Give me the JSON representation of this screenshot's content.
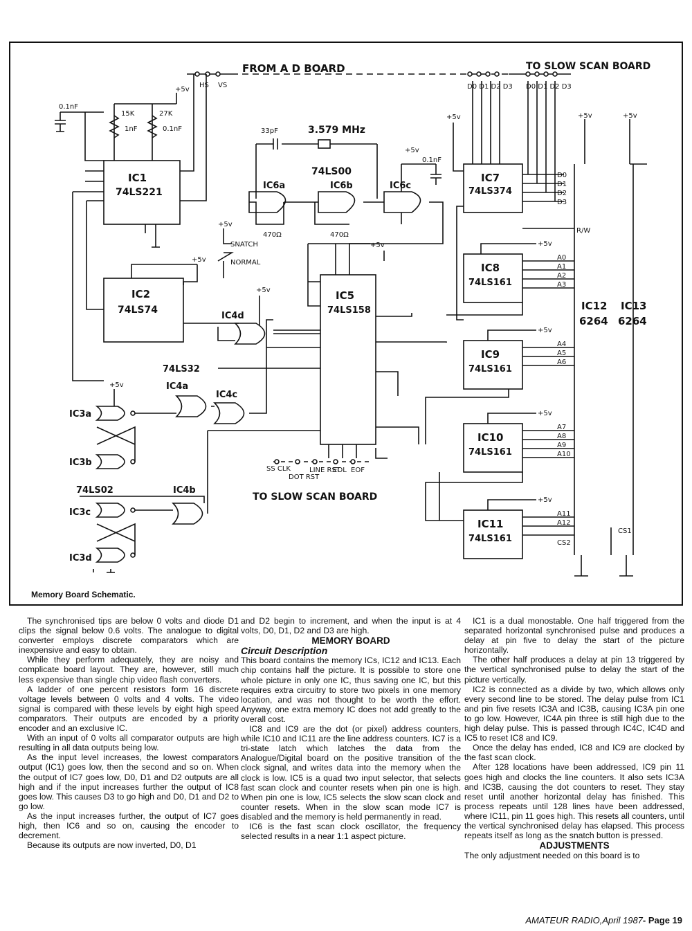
{
  "figure": {
    "caption": "Memory Board Schematic.",
    "header_from": "FROM A D BOARD",
    "header_to": "TO SLOW SCAN BOARD",
    "bottom_to": "TO SLOW SCAN BOARD",
    "chips": [
      {
        "ref": "IC1",
        "part": "74LS221"
      },
      {
        "ref": "IC2",
        "part": "74LS74"
      },
      {
        "ref": "IC5",
        "part": "74LS158"
      },
      {
        "ref": "IC7",
        "part": "74LS374"
      },
      {
        "ref": "IC8",
        "part": "74LS161"
      },
      {
        "ref": "IC9",
        "part": "74LS161"
      },
      {
        "ref": "IC10",
        "part": "74LS161"
      },
      {
        "ref": "IC11",
        "part": "74LS161"
      },
      {
        "ref": "IC12",
        "part": "6264"
      },
      {
        "ref": "IC13",
        "part": "6264"
      }
    ],
    "labels": {
      "ic6_part": "74LS00",
      "ic6a": "IC6a",
      "ic6b": "IC6b",
      "ic6c": "IC6c",
      "ic4d": "IC4d",
      "ic4a": "IC4a",
      "ic4c": "IC4c",
      "ic4b": "IC4b",
      "ic4_part": "74LS32",
      "ic3_part": "74LS02",
      "ic3a": "IC3a",
      "ic3b": "IC3b",
      "ic3c": "IC3c",
      "ic3d": "IC3d",
      "crystal": "3.579 MHz",
      "cap33": "33pF",
      "r470a": "470Ω",
      "r470b": "470Ω",
      "r15k": "15K",
      "r27k": "27K",
      "c1nf": "1nF",
      "c01nf": "0.1nF",
      "c01nf_b": "0.1nF",
      "c01nf_c": "0.1nF",
      "plus5v": "+5v",
      "snatch": "SNATCH",
      "normal": "NORMAL",
      "hs": "HS",
      "vs": "VS",
      "d_in": "D0 D1 D2 D3",
      "d_out": "D0 D1 D2 D3",
      "ss_clk": "SS CLK",
      "dot_rst": "DOT RST",
      "line_rst": "LINE RST",
      "eol": "EOL",
      "eof": "EOF",
      "cs1": "CS1",
      "cs2": "CS2",
      "rw": "R/W",
      "ram_pins": [
        "D0",
        "D1",
        "D2",
        "D3"
      ],
      "addr": [
        "A0",
        "A1",
        "A2",
        "A3",
        "A4",
        "A5",
        "A6",
        "A7",
        "A8",
        "A9",
        "A10",
        "A11",
        "A12"
      ]
    }
  },
  "article": {
    "col1": [
      "The synchronised tips are below 0 volts and diode D1 clips the signal below 0.6 volts. The analogue to digital converter employs discrete comparators which are inexpensive and easy to obtain.",
      "While they perform adequately, they are noisy and complicate board layout. They are, however, still much less expensive than single chip video flash converters.",
      "A ladder of one percent resistors form 16 discrete voltage levels between 0 volts and 4 volts. The video signal is compared with these levels by eight high speed comparators. Their outputs are encoded by a priority encoder and an exclusive IC.",
      "With an input of 0 volts all comparator outputs are high resulting in all data outputs being low.",
      "As the input level increases, the lowest comparators output (IC1) goes low, then the second and so on. When the output of IC7 goes low, D0, D1 and D2 outputs are all high and if the input increases further the output of IC8 goes low. This causes D3 to go high and D0, D1 and D2 to go low.",
      "As the input increases further, the output of IC7 goes high, then IC6 and so on, causing the encoder to decrement.",
      "Because its outputs are now inverted, D0, D1"
    ],
    "col2_lead": "and D2 begin to increment, and when the input is at 4 volts, D0, D1, D2 and D3 are high.",
    "col2_heading": "MEMORY BOARD",
    "col2_subheading": "Circuit Description",
    "col2": [
      "This board contains the memory ICs, IC12 and IC13. Each chip contains half the picture. It is possible to store one whole picture in only one IC, thus saving one IC, but this requires extra circuitry to store two pixels in one memory location, and was not thought to be worth the effort. Anyway, one extra memory IC does not add greatly to the overall cost.",
      "IC8 and IC9 are the dot (or pixel) address counters, while IC10 and IC11 are the line address counters. IC7 is a tri-state latch which latches the data from the Analogue/Digital board on the positive transition of the clock signal, and writes data into the memory when the clock is low. IC5 is a quad two input selector, that selects fast scan clock and counter resets when pin one is high. When pin one is low, IC5 selects the slow scan clock and counter resets. When in the slow scan mode IC7 is disabled and the memory is held permanently in read.",
      "IC6 is the fast scan clock oscillator, the frequency selected results in a near 1:1 aspect picture."
    ],
    "col3": [
      "IC1 is a dual monostable. One half triggered from the separated horizontal synchronised pulse and produces a delay at pin five to delay the start of the picture horizontally.",
      "The other half produces a delay at pin 13 triggered by the vertical synchronised pulse to delay the start of the picture vertically.",
      "IC2 is connected as a divide by two, which allows only every second line to be stored. The delay pulse from IC1 and pin five resets IC3A and IC3B, causing IC3A pin one to go low. However, IC4A pin three is still high due to the high delay pulse. This is passed through IC4C, IC4D and IC5 to reset IC8 and IC9.",
      "Once the delay has ended, IC8 and IC9 are clocked by the fast scan clock.",
      "After 128 locations have been addressed, IC9 pin 11 goes high and clocks the line counters. It also sets IC3A and IC3B, causing the dot counters to reset. They stay reset until another horizontal delay has finished. This process repeats until 128 lines have been addressed, where IC11, pin 11 goes high. This resets all counters, until the vertical synchronised delay has elapsed. This process repeats itself as long as the snatch button is pressed."
    ],
    "col3_heading": "ADJUSTMENTS",
    "col3_tail": "The only adjustment needed on this board is to"
  },
  "footer": {
    "magazine": "AMATEUR RADIO,",
    "date": "April 1987",
    "page": "- Page 19"
  }
}
